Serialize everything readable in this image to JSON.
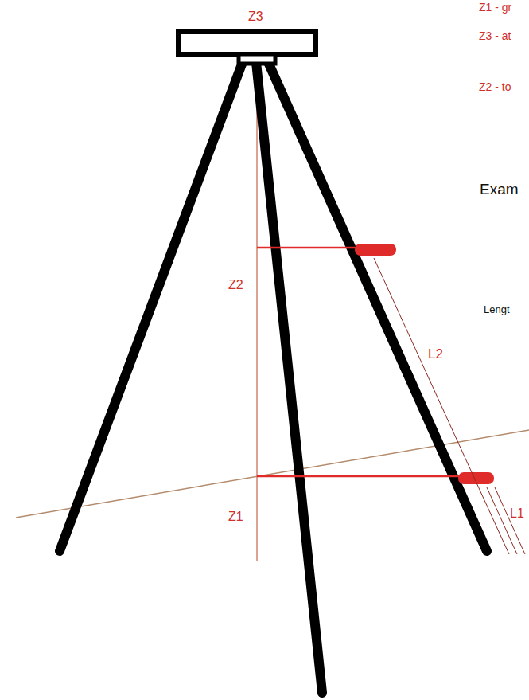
{
  "diagram": {
    "labels": [
      "Z1 - gr",
      "Z3 - at",
      "Z2 - to",
      "Exam",
      "Lengt",
      "Z3",
      "Z2",
      "L2",
      "Z1",
      "L1"
    ]
  }
}
